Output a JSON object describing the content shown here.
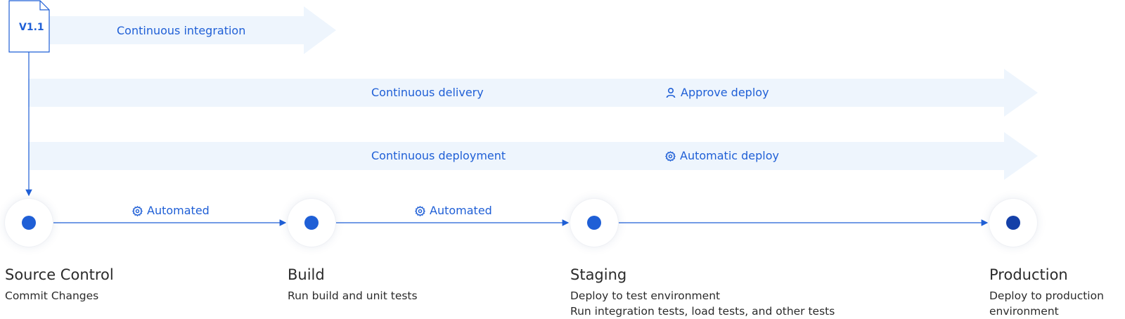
{
  "version_doc": {
    "label": "V1.1"
  },
  "lanes": [
    {
      "label": "Continuous integration",
      "gate_label": ""
    },
    {
      "label": "Continuous delivery",
      "gate_label": "Approve deploy",
      "gate_icon": "person-icon"
    },
    {
      "label": "Continuous deployment",
      "gate_label": "Automatic deploy",
      "gate_icon": "gear-icon"
    }
  ],
  "connectors": [
    {
      "label": "Automated",
      "icon": "gear-icon"
    },
    {
      "label": "Automated",
      "icon": "gear-icon"
    },
    {
      "label": ""
    }
  ],
  "stages": [
    {
      "title": "Source Control",
      "description": [
        "Commit Changes"
      ]
    },
    {
      "title": "Build",
      "description": [
        "Run build and unit tests"
      ]
    },
    {
      "title": "Staging",
      "description": [
        "Deploy to test environment",
        "Run integration tests, load tests, and other tests"
      ]
    },
    {
      "title": "Production",
      "description": [
        "Deploy to production",
        "environment"
      ]
    }
  ],
  "colors": {
    "accent": "#1f5fd6",
    "accent_dark": "#1440a8",
    "lane_fill": "#eef5fd",
    "text": "#2b2b2b"
  }
}
